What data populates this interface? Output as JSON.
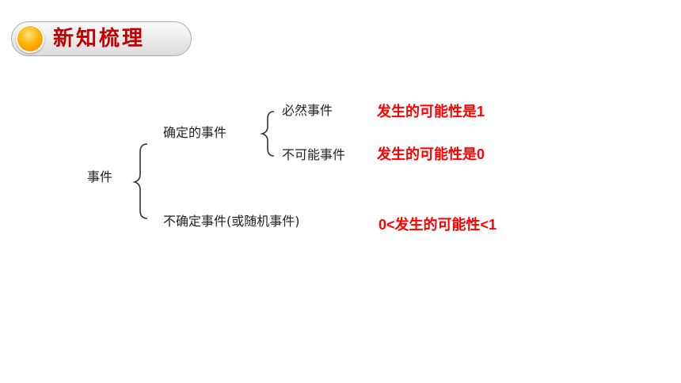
{
  "header": {
    "title": "新知梳理"
  },
  "tree": {
    "root": "事件",
    "certain": "确定的事件",
    "certain_yes": "必然事件",
    "certain_no": "不可能事件",
    "uncertain": "不确定事件(或随机事件)"
  },
  "notes": {
    "certain_yes": "发生的可能性是1",
    "certain_no": "发生的可能性是0",
    "uncertain": "0<发生的可能性<1"
  },
  "colors": {
    "note": "#ff0000",
    "title": "#c00000",
    "orb": "#ffb000"
  }
}
